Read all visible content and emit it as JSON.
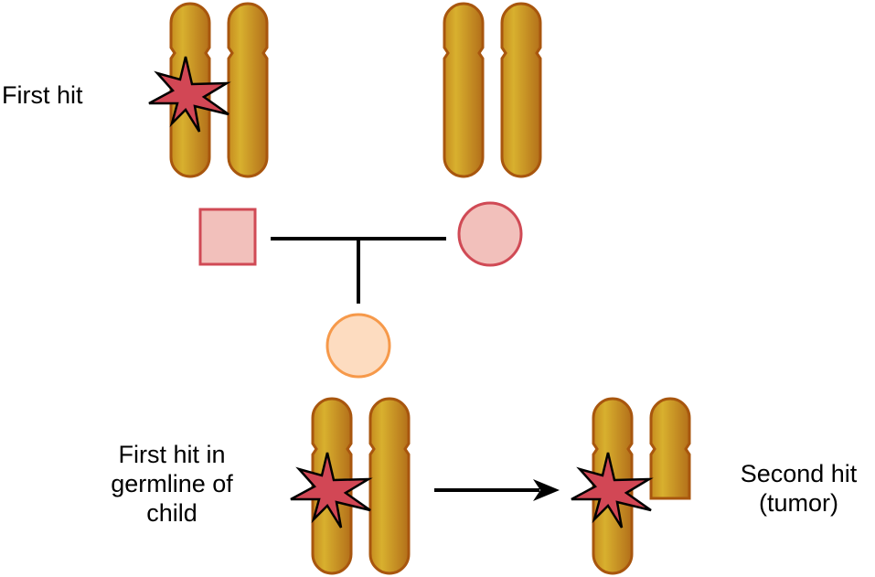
{
  "labels": {
    "first_hit": "First hit",
    "germline_child": [
      "First hit in",
      "germline of",
      "child"
    ],
    "second_hit": [
      "Second hit",
      "(tumor)"
    ]
  },
  "pedigree": {
    "father": {
      "shape": "square",
      "affected": true,
      "fill": "#f2c0bb",
      "stroke": "#d04a55"
    },
    "mother": {
      "shape": "circle",
      "affected": true,
      "fill": "#f2c0bb",
      "stroke": "#d04a55"
    },
    "child": {
      "shape": "circle",
      "fill": "#fddcc0",
      "stroke": "#f6994a"
    }
  },
  "colors": {
    "chromosome_light": "#d4aa2a",
    "chromosome_dark": "#b5771c",
    "chromosome_stroke": "#a8560e",
    "mutation_star": "#d24755",
    "line": "#000000"
  },
  "chromosome_pairs": [
    {
      "id": "father-pair",
      "mutated": [
        true,
        false
      ],
      "truncated": [
        false,
        false
      ]
    },
    {
      "id": "mother-pair",
      "mutated": [
        false,
        false
      ],
      "truncated": [
        false,
        false
      ]
    },
    {
      "id": "child-germline-pair",
      "mutated": [
        true,
        false
      ],
      "truncated": [
        false,
        false
      ]
    },
    {
      "id": "tumor-pair",
      "mutated": [
        true,
        false
      ],
      "truncated": [
        false,
        true
      ]
    }
  ],
  "icons": {
    "mutation": "starburst-icon",
    "progression": "arrow-right-icon"
  }
}
